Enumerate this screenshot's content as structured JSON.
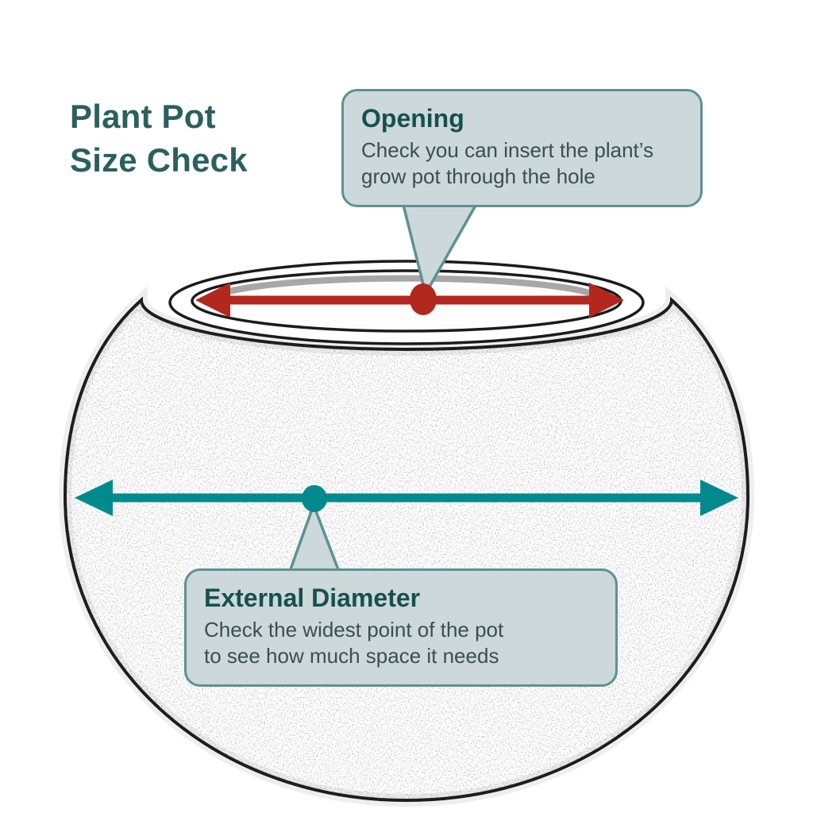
{
  "title": {
    "lines": [
      "Plant Pot",
      "Size Check"
    ]
  },
  "callouts": {
    "opening": {
      "title": "Opening",
      "body_lines": [
        "Check you can insert the plant’s",
        "grow pot through the hole"
      ]
    },
    "external_diameter": {
      "title": "External Diameter",
      "body_lines": [
        "Check the widest point of the pot",
        "to see how much space it needs"
      ]
    }
  },
  "colors": {
    "heading_text": "#2a605e",
    "callout_title_text": "#17504e",
    "callout_body_text": "#3a4f4e",
    "callout_fill": "#ccd8da",
    "callout_border": "#5e9193",
    "opening_arrow": "#b2281e",
    "diameter_arrow": "#008a8e",
    "pot_outline": "#1b1b1b"
  },
  "annotations": {
    "opening_measure": "double-headed arrow across pot opening",
    "external_diameter_measure": "double-headed arrow across widest point of pot"
  }
}
